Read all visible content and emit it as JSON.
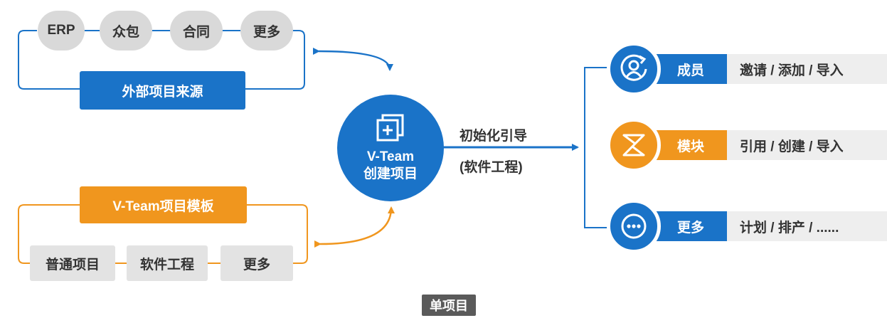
{
  "sources": {
    "pills": [
      "ERP",
      "众包",
      "合同",
      "更多"
    ],
    "title": "外部项目来源"
  },
  "templates": {
    "title": "V-Team项目模板",
    "items": [
      "普通项目",
      "软件工程",
      "更多"
    ]
  },
  "center": {
    "line1": "V-Team",
    "line2": "创建项目"
  },
  "arrow": {
    "label_top": "初始化引导",
    "label_bottom": "(软件工程)"
  },
  "cards": [
    {
      "title": "成员",
      "desc": "邀请 / 添加 / 导入",
      "icon": "member-cycle-icon",
      "color": "#1a73c8"
    },
    {
      "title": "模块",
      "desc": "引用 / 创建 / 导入",
      "icon": "module-icon",
      "color": "#f0961e"
    },
    {
      "title": "更多",
      "desc": "计划 / 排产 / ......",
      "icon": "more-dots-icon",
      "color": "#1a73c8"
    }
  ],
  "caption": "单项目",
  "colors": {
    "blue": "#1a73c8",
    "orange": "#f0961e",
    "gray": "#d9d9d9"
  }
}
